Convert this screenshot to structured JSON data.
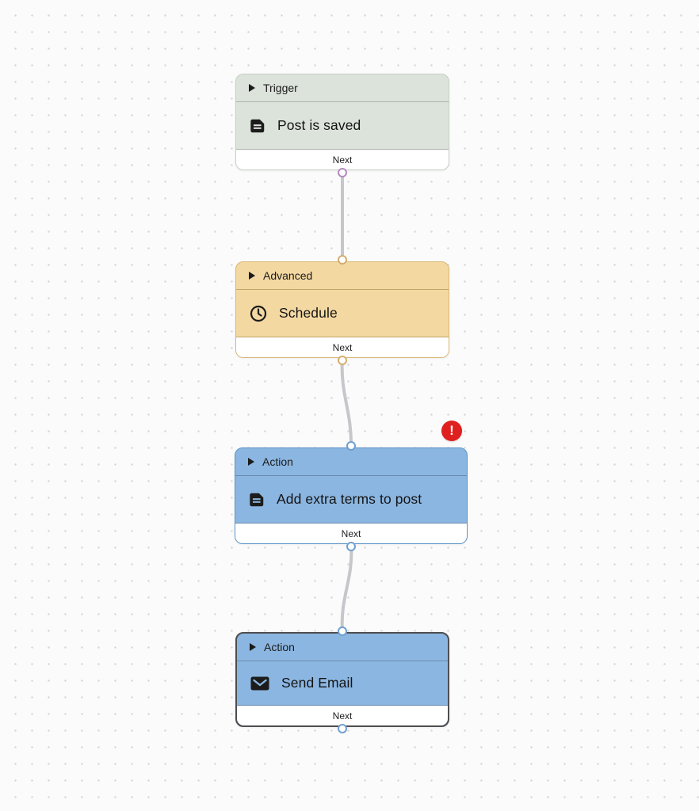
{
  "canvas": {
    "background_color": "#fbfbfb",
    "dot_color": "#d9d9d9",
    "connector_color": "#c7c6ca"
  },
  "nodes": [
    {
      "category_label": "Trigger",
      "title": "Post is saved",
      "icon": "document-icon",
      "next_label": "Next",
      "fill": "#dce3db",
      "border": "#c6cec6",
      "divider": "#aeb4ae",
      "port_color": "#b48abf",
      "has_error": false,
      "selected": false
    },
    {
      "category_label": "Advanced",
      "title": "Schedule",
      "icon": "clock-icon",
      "next_label": "Next",
      "fill": "#f3d8a1",
      "border": "#d8b878",
      "divider": "#c1a568",
      "port_color": "#d3ae71",
      "has_error": false,
      "selected": false
    },
    {
      "category_label": "Action",
      "title": "Add extra terms to post",
      "icon": "document-icon",
      "next_label": "Next",
      "fill": "#8bb6e1",
      "border": "#5e95c9",
      "divider": "#6b8cad",
      "port_color": "#6f9fd0",
      "has_error": true,
      "selected": false
    },
    {
      "category_label": "Action",
      "title": "Send Email",
      "icon": "email-icon",
      "next_label": "Next",
      "fill": "#8bb6e1",
      "border": "#4e4e50",
      "divider": "#6b8cad",
      "port_color": "#6f9fd0",
      "has_error": false,
      "selected": true
    }
  ],
  "connections": [
    {
      "from": "Post is saved",
      "to": "Schedule"
    },
    {
      "from": "Schedule",
      "to": "Add extra terms to post"
    },
    {
      "from": "Add extra terms to post",
      "to": "Send Email"
    }
  ],
  "error_badge": {
    "glyph": "!",
    "color": "#e01f1f"
  }
}
